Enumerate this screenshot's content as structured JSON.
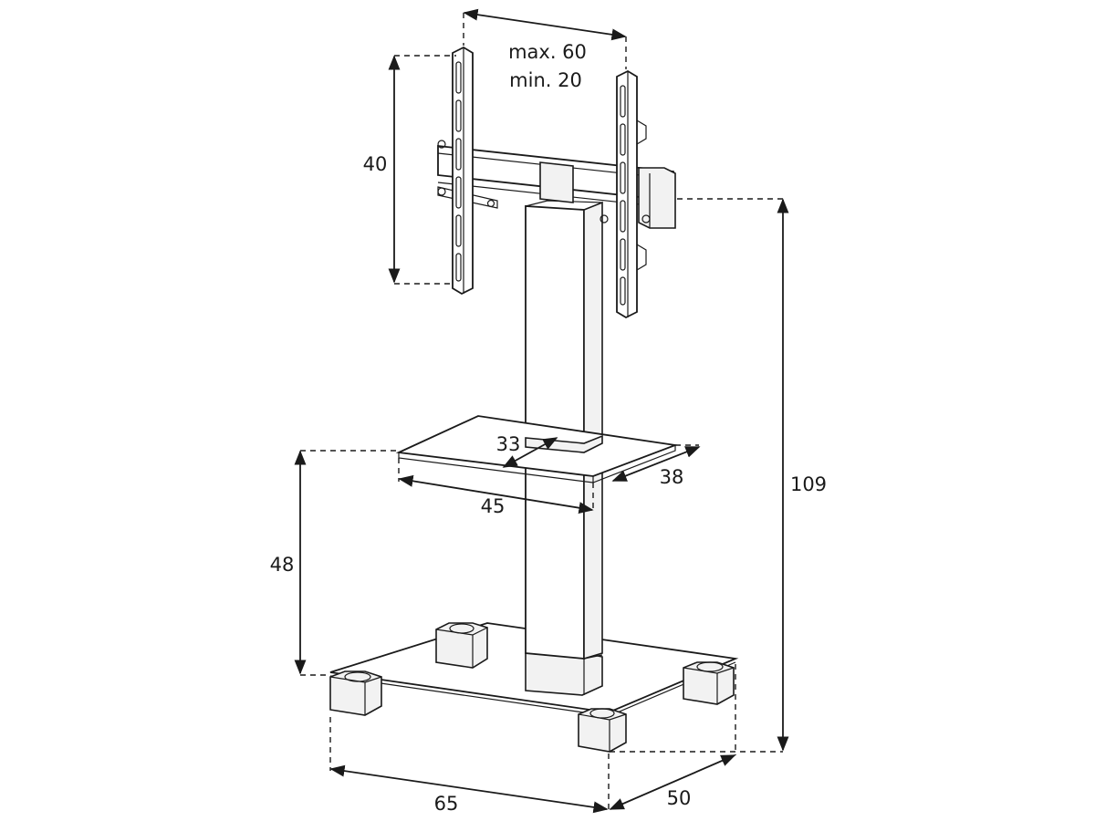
{
  "dimensions": {
    "mount_width_max": "max. 60",
    "mount_width_min": "min. 20",
    "mount_height": "40",
    "total_height": "109",
    "shelf_depth_small": "33",
    "shelf_depth": "38",
    "shelf_width": "45",
    "shelf_height": "48",
    "base_width": "65",
    "base_depth": "50"
  }
}
